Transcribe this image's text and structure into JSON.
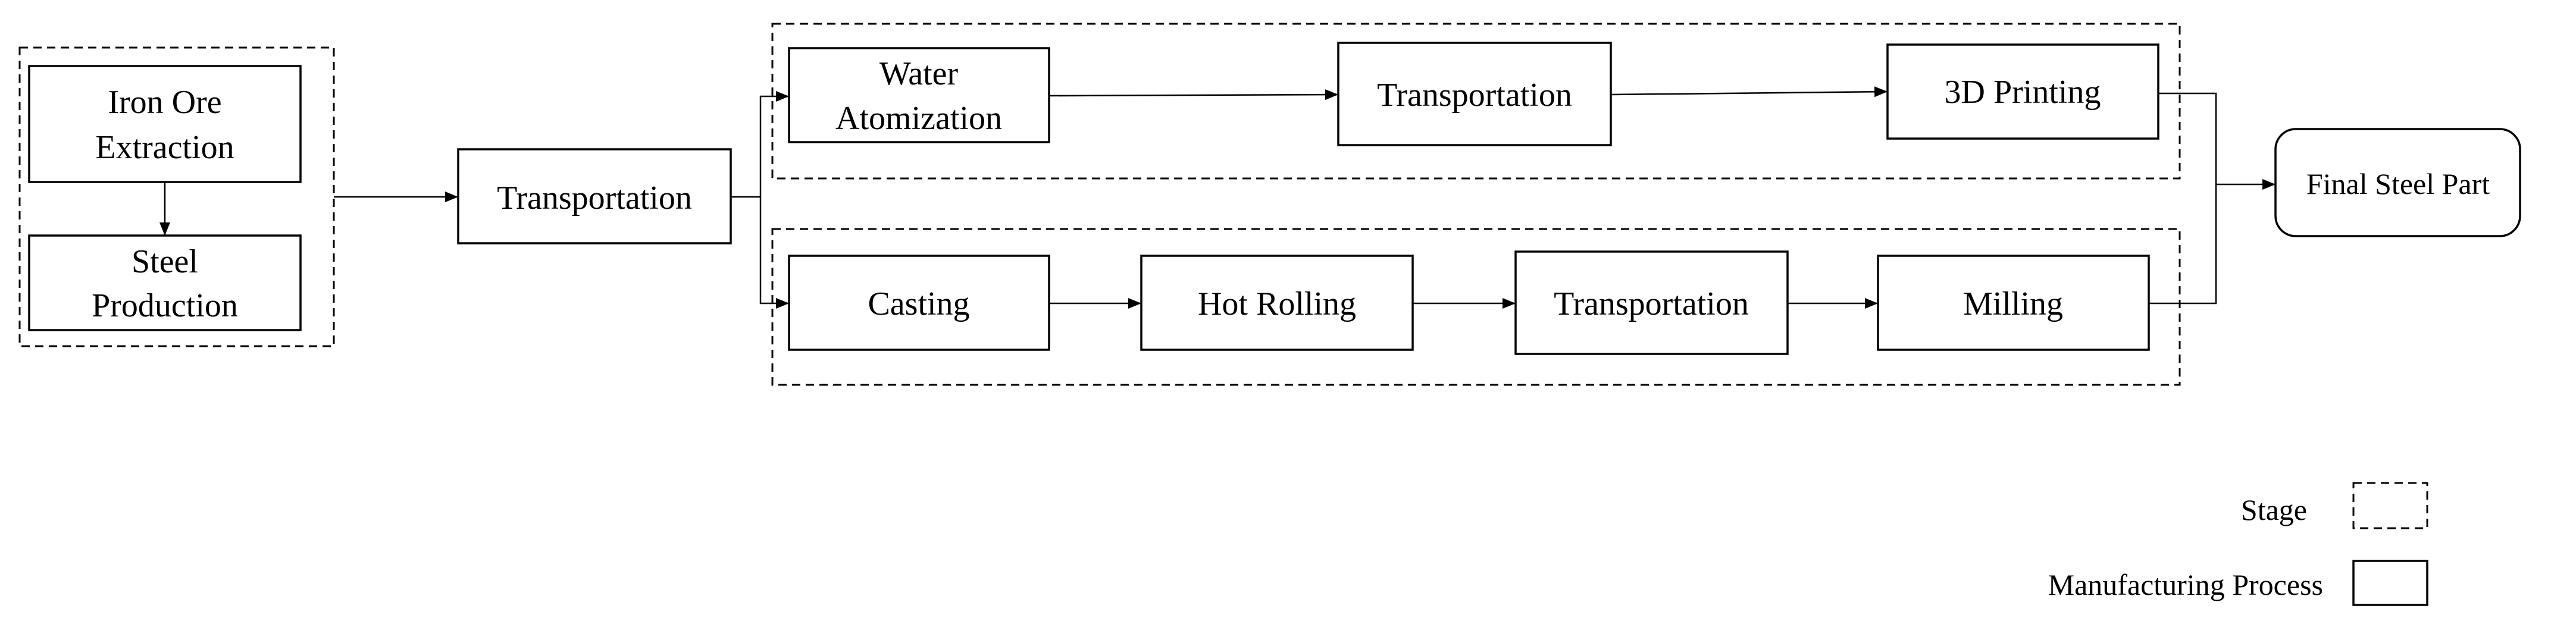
{
  "processes": {
    "iron_ore_extraction": [
      "Iron Ore",
      "Extraction"
    ],
    "steel_production": [
      "Steel",
      "Production"
    ],
    "transportation_main": [
      "Transportation"
    ],
    "water_atomization": [
      "Water",
      "Atomization"
    ],
    "transportation_am": [
      "Transportation"
    ],
    "printing_3d": [
      "3D Printing"
    ],
    "casting": [
      "Casting"
    ],
    "hot_rolling": [
      "Hot Rolling"
    ],
    "transportation_conv": [
      "Transportation"
    ],
    "milling": [
      "Milling"
    ]
  },
  "final": {
    "label": "Final Steel Part"
  },
  "legend": {
    "stage_label": "Stage",
    "process_label": "Manufacturing Process"
  }
}
